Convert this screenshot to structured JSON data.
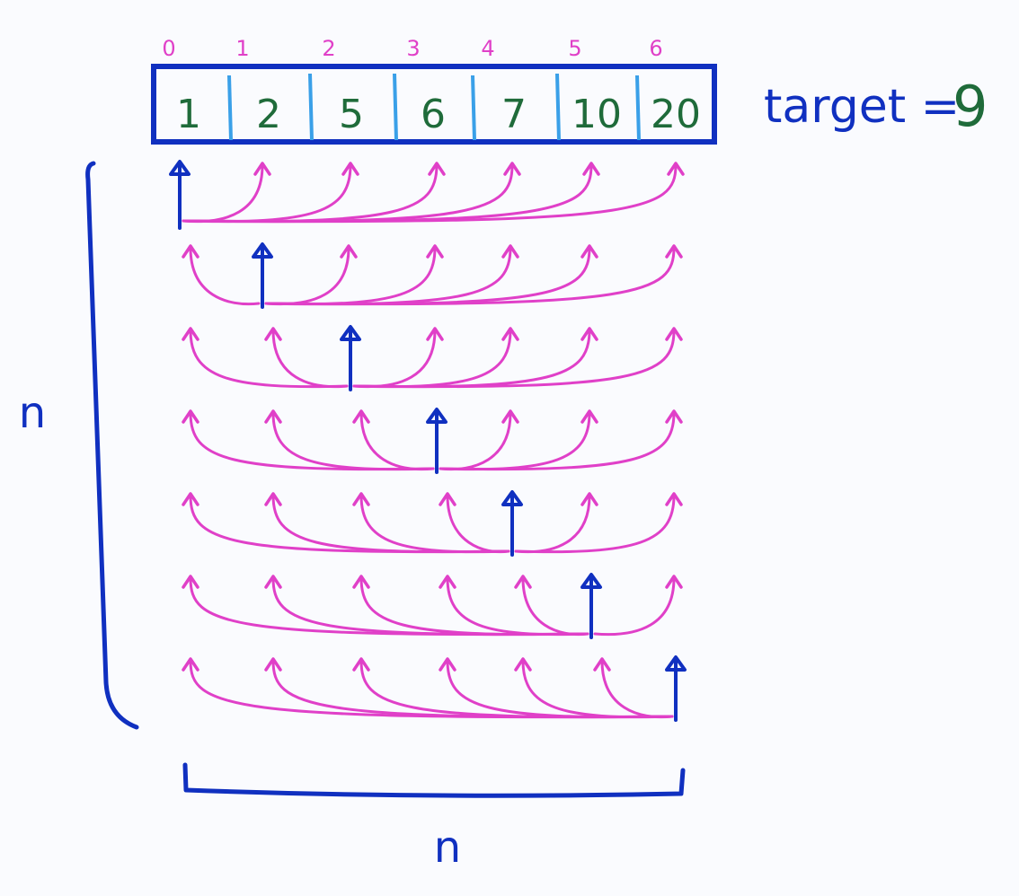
{
  "array": {
    "indices": [
      "0",
      "1",
      "2",
      "3",
      "4",
      "5",
      "6"
    ],
    "values": [
      "1",
      "2",
      "5",
      "6",
      "7",
      "10",
      "20"
    ]
  },
  "target": {
    "label": "target =",
    "value": "9"
  },
  "axes": {
    "rows_label": "n",
    "cols_label": "n"
  },
  "colors": {
    "box": "#1030c0",
    "divider": "#3aa0e8",
    "index": "#e040c8",
    "value": "#1f6b3a",
    "pointer": "#1030c0",
    "pair_arrow": "#e040c8"
  }
}
